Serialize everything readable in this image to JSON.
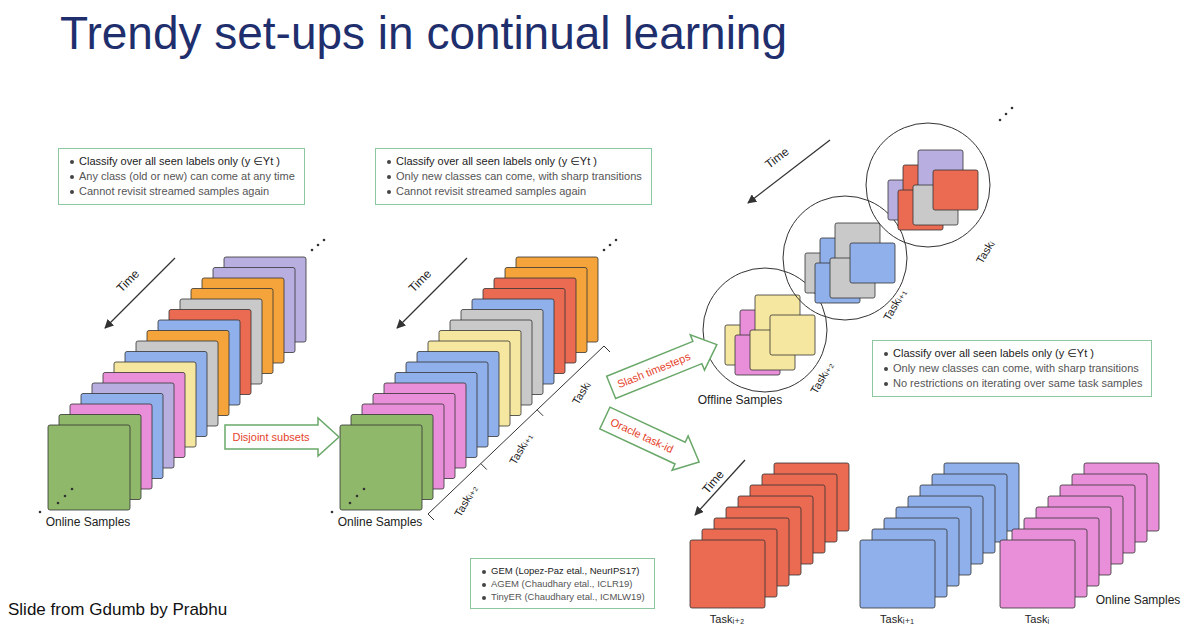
{
  "diagram": {
    "title": "Trendy set-ups in continual learning",
    "caption": "Slide from Gdumb by Prabhu",
    "nodes": [
      {
        "text": [
          "Classify over all seen labels only (y ∈Yt )",
          "Any class (old or new) can come at any time",
          "Cannot revisit streamed samples again"
        ]
      },
      {
        "text": [
          "Classify over all seen labels only (y ∈Yt )",
          "Only new classes can come, with sharp transitions",
          "Cannot revisit streamed samples again"
        ]
      },
      {
        "text": [
          "Disjoint subsets"
        ]
      },
      {
        "text": [
          "Slash timesteps"
        ]
      },
      {
        "text": [
          "Oracle task-id"
        ]
      },
      {
        "text": [
          "Classify over all seen labels only (y ∈Yt )",
          "Only new classes can come, with sharp transitions",
          "No restrictions on iterating over same task samples"
        ]
      },
      {
        "text": [
          "GEM (Lopez-Paz etal., NeurIPS17)",
          "AGEM (Chaudhary etal., ICLR19)",
          "TinyER (Chaudhary etal., ICMLW19)"
        ]
      }
    ],
    "labels": [
      "Time",
      "Online Samples",
      "Time",
      "Online Samples",
      "Taskᵢ₊₂",
      "Taskᵢ₊₁",
      "Taskᵢ",
      "Time",
      "Offline Samples",
      "Taskᵢ",
      "Taskᵢ₊₁",
      "Taskᵢ₊₂",
      "Time",
      "Taskᵢ₊₂",
      "Taskᵢ₊₁",
      "Taskᵢ",
      "Online Samples"
    ]
  }
}
